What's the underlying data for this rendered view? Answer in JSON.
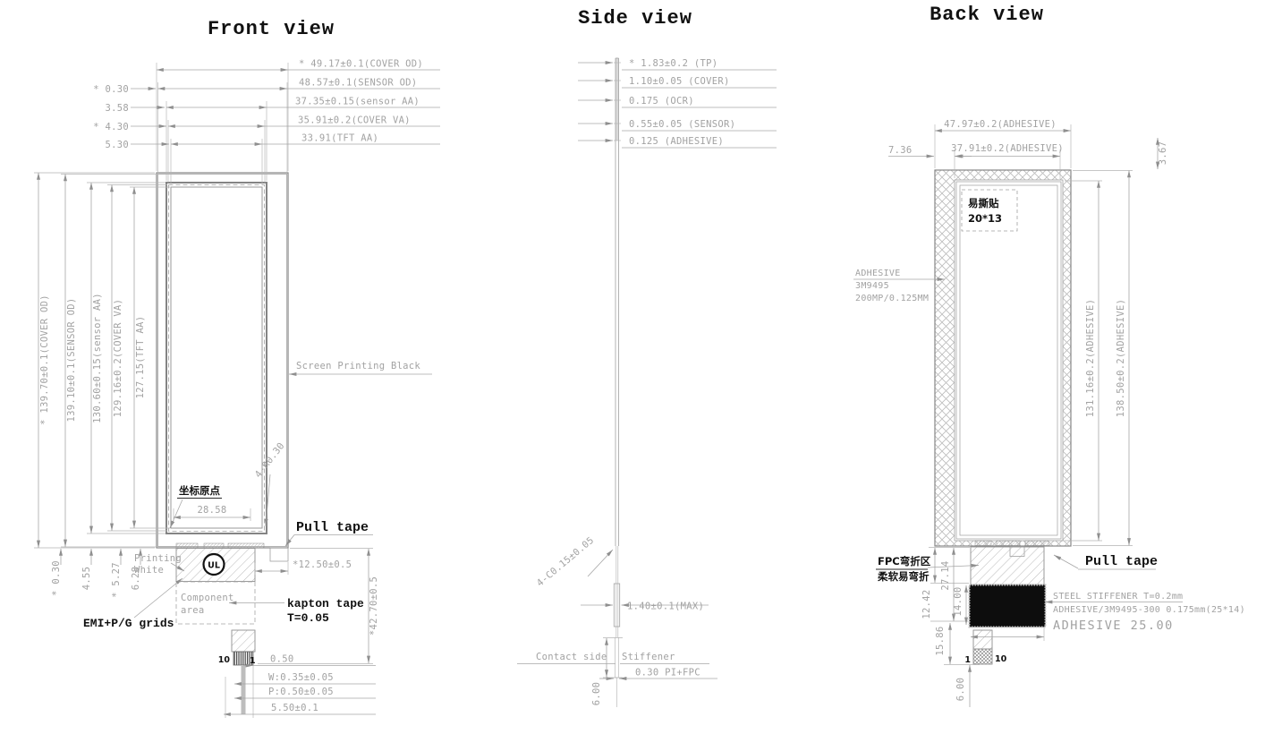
{
  "front": {
    "title": "Front view",
    "top_dims": [
      "* 49.17±0.1(COVER OD)",
      "48.57±0.1(SENSOR OD)",
      "37.35±0.15(sensor AA)",
      "35.91±0.2(COVER VA)",
      "33.91(TFT AA)"
    ],
    "top_offsets": [
      "* 0.30",
      "3.58",
      "* 4.30",
      "5.30"
    ],
    "left_dims": [
      "* 139.70±0.1(COVER OD)",
      "139.10±0.1(SENSOR OD)",
      "130.60±0.15(sensor AA)",
      "129.16±0.2(COVER VA)",
      "127.15(TFT AA)"
    ],
    "bottom_offsets": [
      "* 0.30",
      "4.55",
      "* 5.27",
      "6.28"
    ],
    "labels": {
      "screen_printing": "Screen Printing Black",
      "corner_radius": "4-R0.30",
      "coord_origin": "坐标原点",
      "aa_width": "28.58",
      "pull_tape": "Pull tape",
      "tab_width": "*12.50±0.5",
      "printing_1": "Printing",
      "printing_2": "White",
      "component_1": "Component",
      "component_2": "area",
      "kapton_1": "kapton tape",
      "kapton_2": "T=0.05",
      "emi": "EMI+P/G grids",
      "ul_mark": "UL",
      "fpc_height": "*42.70±0.5",
      "pin_left": "10",
      "pin_right": "1"
    },
    "connector_dims": [
      "0.50",
      "W:0.35±0.05",
      "P:0.50±0.05",
      "5.50±0.1"
    ]
  },
  "side": {
    "title": "Side view",
    "stack_dims": [
      "* 1.83±0.2 (TP)",
      "1.10±0.05 (COVER)",
      "0.175 (OCR)",
      "0.55±0.05 (SENSOR)",
      "0.125 (ADHESIVE)"
    ],
    "labels": {
      "chamfer": "4-C0.15±0.05",
      "stiffener_thickness": "1.40±0.1(MAX)",
      "contact_side": "Contact side",
      "stiffener": "Stiffener",
      "fpc_thickness": "0.30 PI+FPC",
      "contact_length": "6.00"
    }
  },
  "back": {
    "title": "Back view",
    "top_dims": {
      "adhesive_od": "47.97±0.2(ADHESIVE)",
      "band_left": "7.36",
      "adhesive_inner": "37.91±0.2(ADHESIVE)",
      "band_top": "3.67"
    },
    "right_dims": [
      "131.16±0.2(ADHESIVE)",
      "138.50±0.2(ADHESIVE)"
    ],
    "left_dims": [
      "12.42",
      "27.14",
      "14.00",
      "15.86"
    ],
    "labels": {
      "sticker_1": "易撕贴",
      "sticker_2": "20*13",
      "adhesive_note_1": "ADHESIVE",
      "adhesive_note_2": "3M9495",
      "adhesive_note_3": "200MP/0.125MM",
      "bend_1": "FPC弯折区",
      "bend_2": "柔软易弯折",
      "pull_tape": "Pull tape",
      "stiffener_note_1": "STEEL STIFFENER  T=0.2mm",
      "stiffener_note_2": "ADHESIVE/3M9495-300 0.175mm(25*14)",
      "adhesive_width": "ADHESIVE 25.00",
      "tail_length": "6.00",
      "pin_left": "1",
      "pin_right": "10"
    }
  }
}
